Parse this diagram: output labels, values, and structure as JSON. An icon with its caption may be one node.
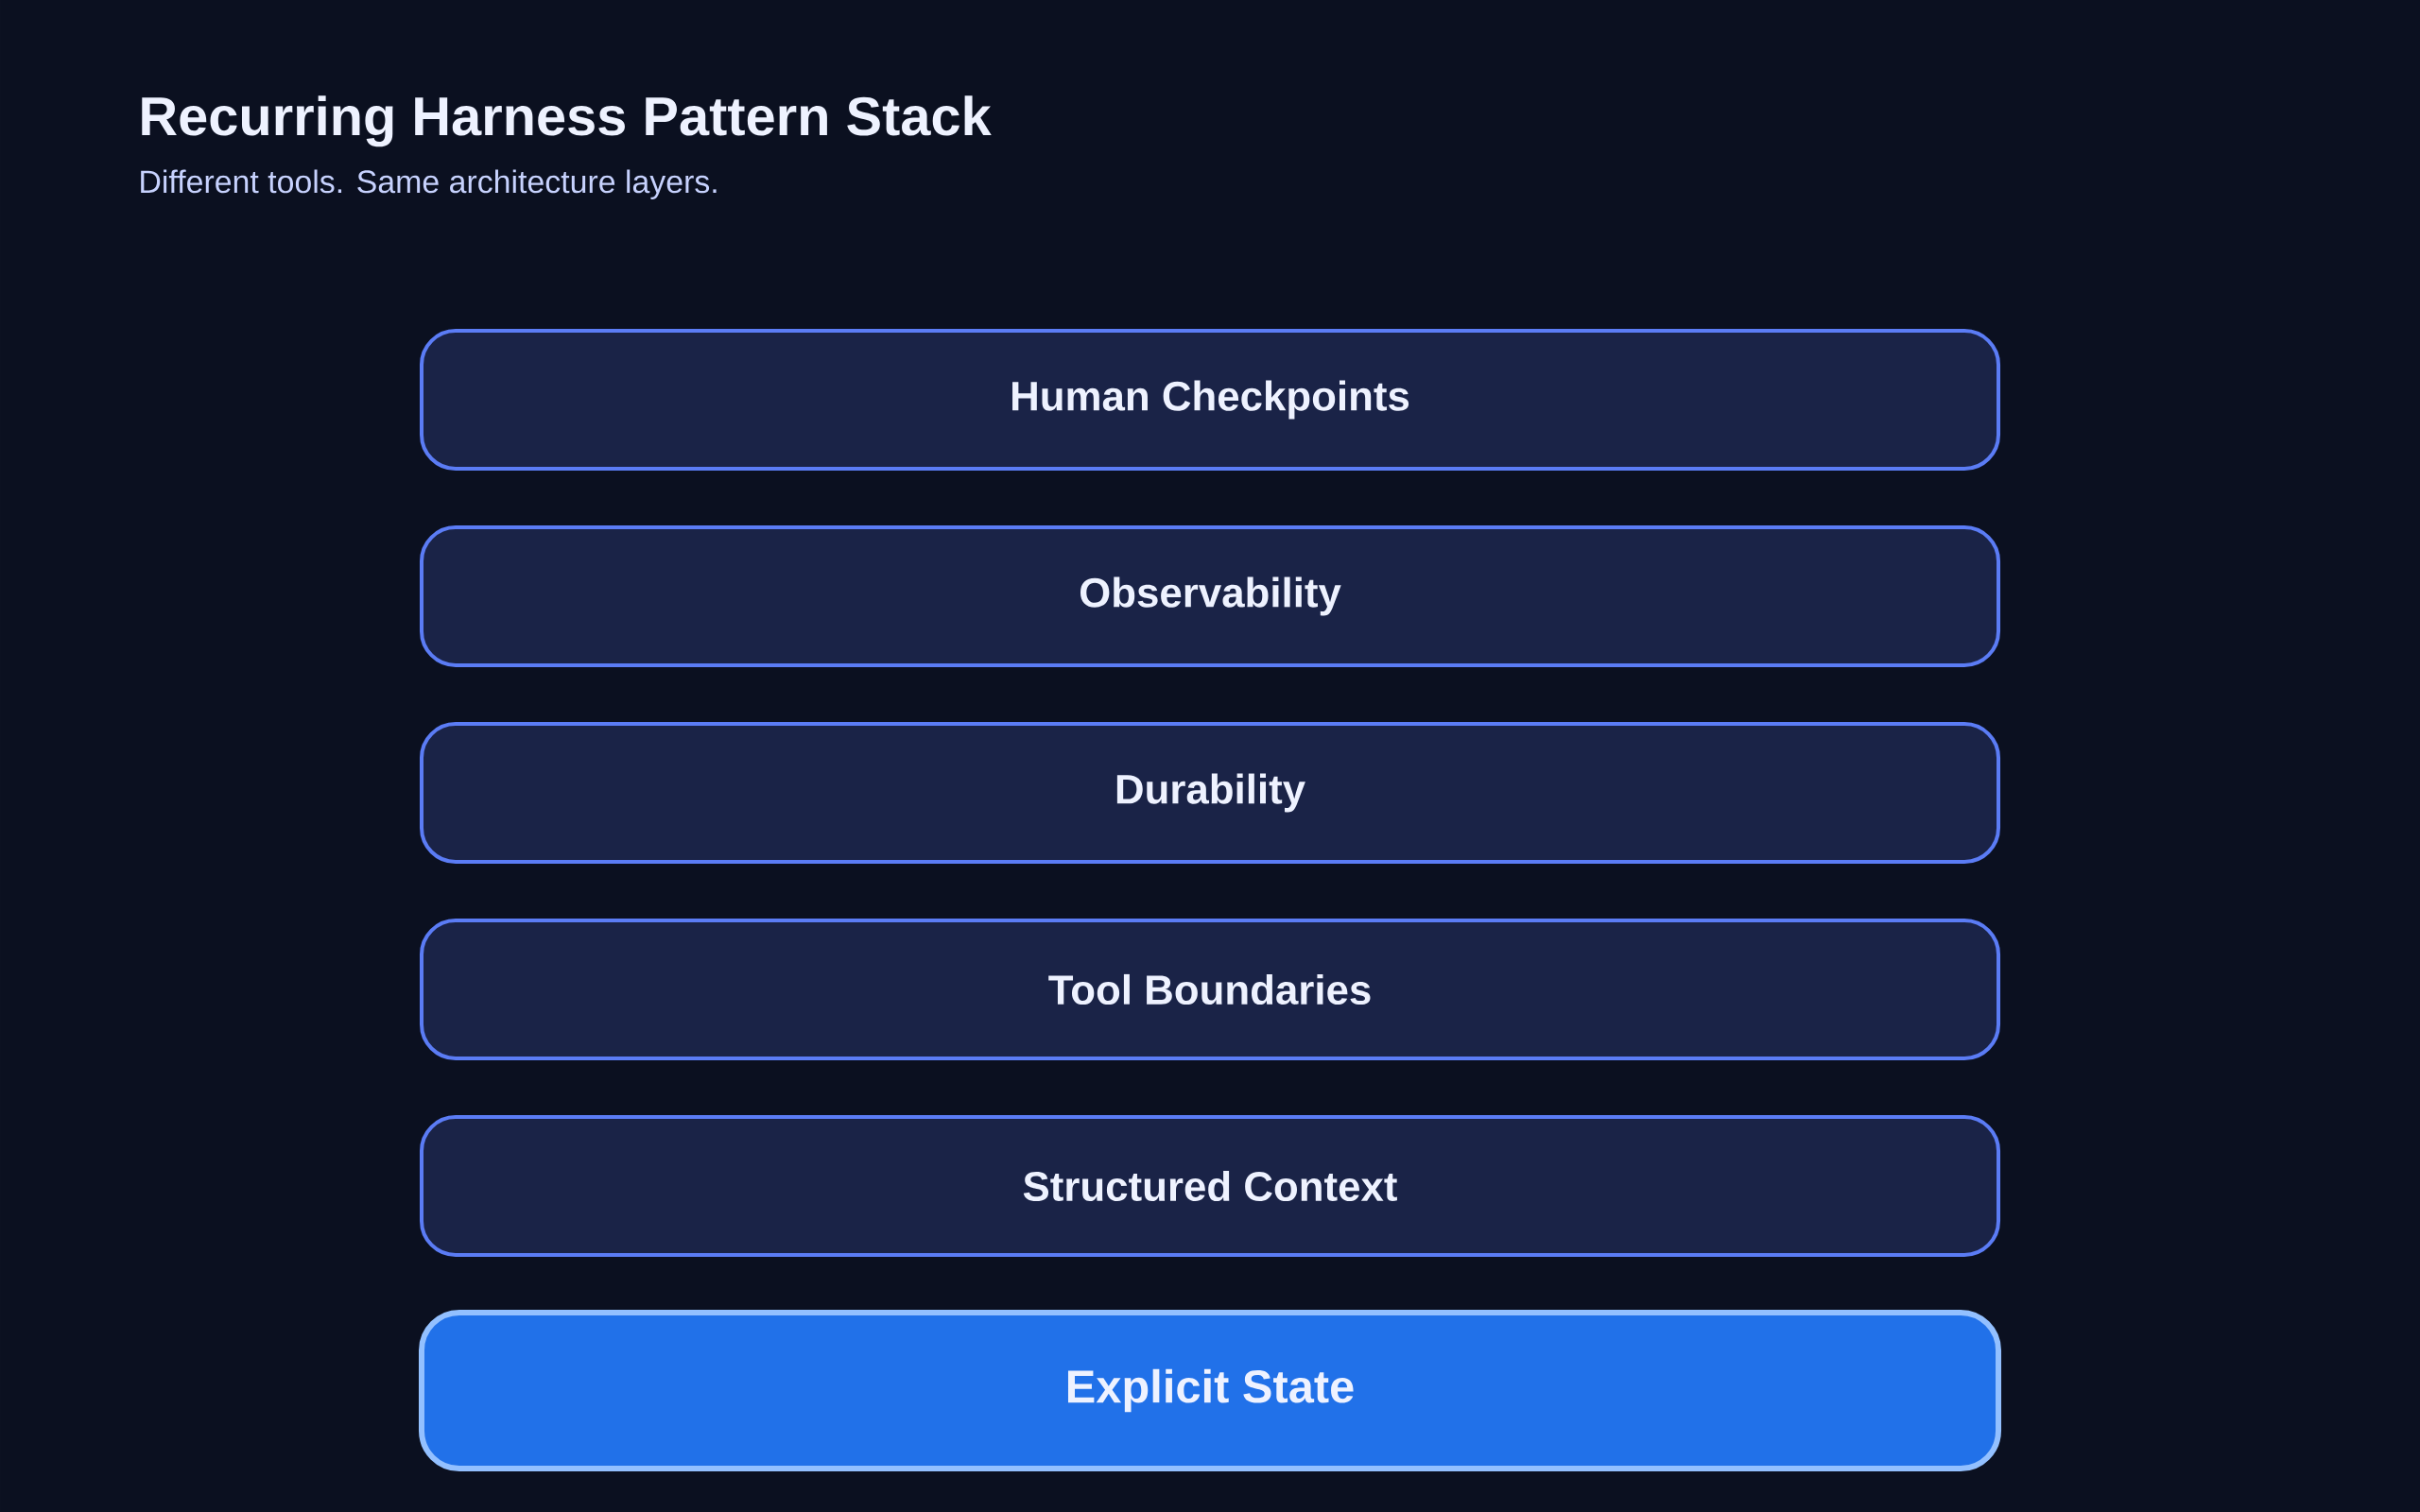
{
  "diagram": {
    "title": "Recurring Harness Pattern Stack",
    "nodes": [
      {
        "text": [
          "Human Checkpoints"
        ]
      },
      {
        "text": [
          "Observability"
        ]
      },
      {
        "text": [
          "Durability"
        ]
      },
      {
        "text": [
          "Tool Boundaries"
        ]
      },
      {
        "text": [
          "Structured Context"
        ]
      },
      {
        "text": [
          "Explicit State"
        ]
      }
    ],
    "labels": [
      "Different tools. Same architecture layers."
    ]
  }
}
